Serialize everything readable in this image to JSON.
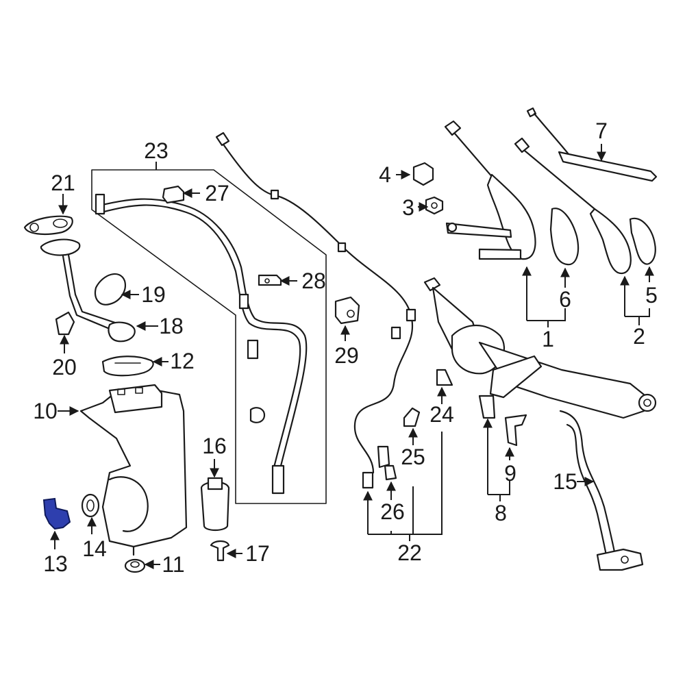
{
  "callouts": [
    {
      "id": "c1",
      "text": "1"
    },
    {
      "id": "c2",
      "text": "2"
    },
    {
      "id": "c3",
      "text": "3"
    },
    {
      "id": "c4",
      "text": "4"
    },
    {
      "id": "c5",
      "text": "5"
    },
    {
      "id": "c6",
      "text": "6"
    },
    {
      "id": "c7",
      "text": "7"
    },
    {
      "id": "c8",
      "text": "8"
    },
    {
      "id": "c9",
      "text": "9"
    },
    {
      "id": "c10",
      "text": "10"
    },
    {
      "id": "c11",
      "text": "11"
    },
    {
      "id": "c12",
      "text": "12"
    },
    {
      "id": "c13",
      "text": "13"
    },
    {
      "id": "c14",
      "text": "14"
    },
    {
      "id": "c15",
      "text": "15"
    },
    {
      "id": "c16",
      "text": "16"
    },
    {
      "id": "c17",
      "text": "17"
    },
    {
      "id": "c18",
      "text": "18"
    },
    {
      "id": "c19",
      "text": "19"
    },
    {
      "id": "c20",
      "text": "20"
    },
    {
      "id": "c21",
      "text": "21"
    },
    {
      "id": "c22",
      "text": "22"
    },
    {
      "id": "c23",
      "text": "23"
    },
    {
      "id": "c24",
      "text": "24"
    },
    {
      "id": "c25",
      "text": "25"
    },
    {
      "id": "c26",
      "text": "26"
    },
    {
      "id": "c27",
      "text": "27"
    },
    {
      "id": "c28",
      "text": "28"
    },
    {
      "id": "c29",
      "text": "29"
    }
  ],
  "highlight_color": "#2e3fae"
}
